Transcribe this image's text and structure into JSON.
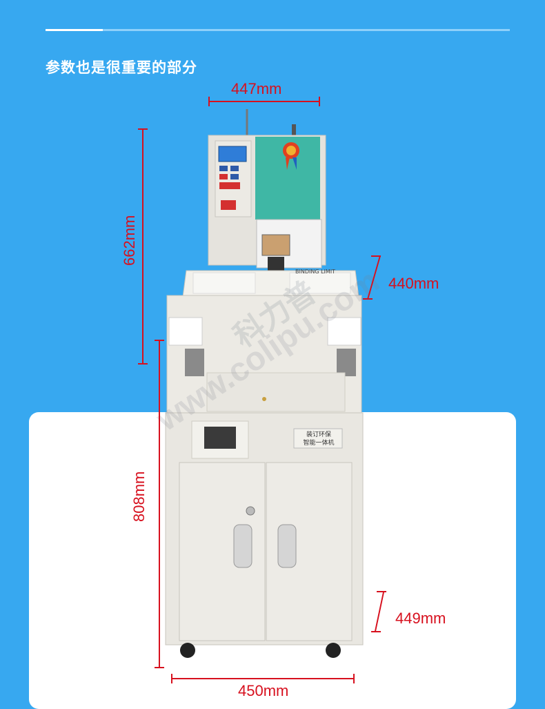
{
  "heading": "参数也是很重要的部分",
  "dimensions": {
    "top_width": "447mm",
    "upper_height": "662mm",
    "desk_depth": "440mm",
    "cabinet_height": "808mm",
    "cabinet_depth": "449mm",
    "base_width": "450mm"
  },
  "watermark": {
    "cn": "科力普",
    "url": "www.colipu.com"
  },
  "machine": {
    "side_plate": "装订环保\n智能一体机",
    "binding_label": "BINDING LIMIT"
  },
  "colors": {
    "background": "#37A8F0",
    "dimension_red": "#D7101E",
    "machine_body": "#ECEAE4",
    "teal_panel": "#3FB7A5"
  }
}
